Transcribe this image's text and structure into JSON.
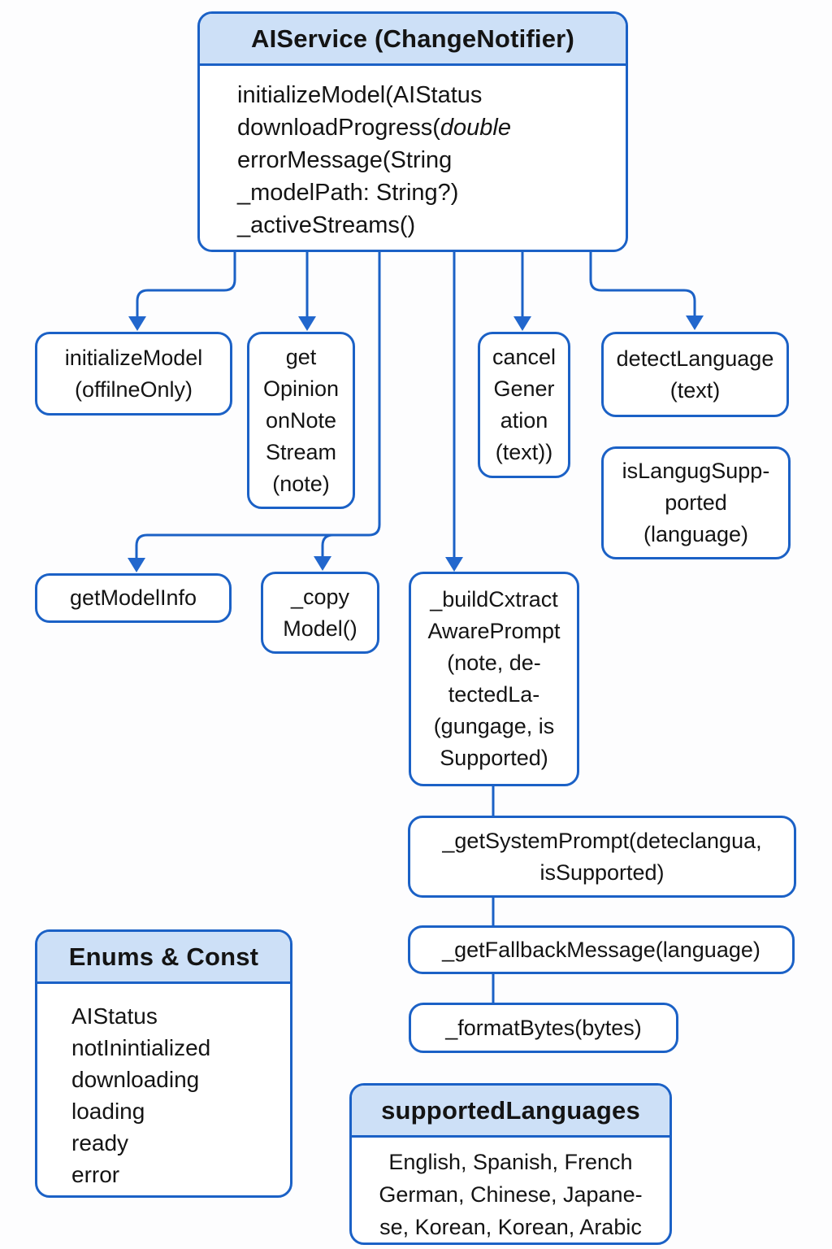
{
  "diagram": {
    "main_box": {
      "title": "AIService (ChangeNotifier)",
      "line1": "initializeModel(AIStatus",
      "line2_prefix": "downloadProgress(",
      "line2_italic": "double",
      "line3": "errorMessage(String",
      "line4": "_modelPath: String?)",
      "line5": "_activeStreams()"
    },
    "nodes": {
      "initialize_model": {
        "label": "initializeModel\n(offilneOnly)"
      },
      "get_opinion_stream": {
        "label": "get\nOpinion\nonNote\nStream\n(note)"
      },
      "cancel_generation": {
        "label": "cancel\nGener\nation\n(text))"
      },
      "detect_language": {
        "label": "detectLanguage\n(text)"
      },
      "is_language_supported": {
        "label": "isLangugSupp-\nported\n(language)"
      },
      "get_model_info": {
        "label": "getModelInfo"
      },
      "copy_model": {
        "label": "_copy\nModel()"
      },
      "build_context_prompt": {
        "label": "_buildCxtract\nAwarePrompt\n(note, de-\ntectedLa-\n(gungage, is\nSupported)"
      },
      "get_system_prompt": {
        "label": "_getSystemPrompt(deteclangua,\nisSupported)"
      },
      "get_fallback_message": {
        "label": "_getFallbackMessage(language)"
      },
      "format_bytes": {
        "label": "_formatBytes(bytes)"
      }
    },
    "enums_box": {
      "title": "Enums & Const",
      "items": "AIStatus\nnotInintialized\ndownloading\nloading\nready\nerror"
    },
    "supported_languages_box": {
      "title": "supportedLanguages",
      "lines": "English, Spanish, French\nGerman, Chinese, Japane-\nse, Korean, Korean, Arabic"
    },
    "colors": {
      "line_blue": "#1b61c6",
      "arrow_blue": "#2267cd",
      "header_fill": "#cde0f7",
      "text": "#141414"
    }
  }
}
